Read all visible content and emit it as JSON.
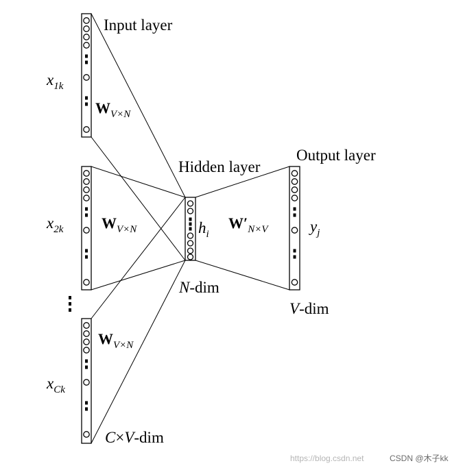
{
  "labels": {
    "input_layer": "Input layer",
    "hidden_layer": "Hidden layer",
    "output_layer": "Output layer",
    "x1k_base": "x",
    "x1k_sub": "1k",
    "x2k_base": "x",
    "x2k_sub": "2k",
    "xck_base": "x",
    "xck_sub": "Ck",
    "w_bold": "W",
    "w_sub": "V×N",
    "wprime_bold": "W′",
    "wprime_sub": "N×V",
    "h_base": "h",
    "h_sub": "i",
    "y_base": "y",
    "y_sub": "j",
    "n_italic": "N",
    "n_rest": "-dim",
    "v_italic": "V",
    "v_rest": "-dim",
    "cv_c": "C",
    "cv_times": "×",
    "cv_v": "V",
    "cv_rest": "-dim"
  },
  "watermark": {
    "url": "https://blog.csdn.net",
    "credit": "CSDN @木子kk"
  }
}
